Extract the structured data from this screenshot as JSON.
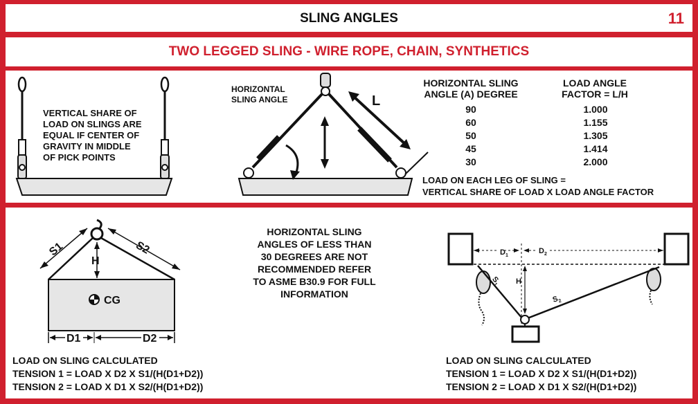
{
  "header": {
    "title": "SLING ANGLES",
    "page_number": "11"
  },
  "subtitle": "TWO LEGGED SLING - WIRE ROPE, CHAIN, SYNTHETICS",
  "top": {
    "vertical_note": [
      "VERTICAL SHARE OF",
      "LOAD ON SLINGS ARE",
      "EQUAL IF CENTER OF",
      "GRAVITY IN MIDDLE",
      "OF PICK POINTS"
    ],
    "horizontal_label": [
      "HORIZONTAL",
      "SLING ANGLE"
    ],
    "l_label": "L",
    "table": {
      "col1_header": [
        "HORIZONTAL SLING",
        "ANGLE (A) DEGREE"
      ],
      "col2_header": [
        "LOAD ANGLE",
        "FACTOR = L/H"
      ],
      "rows": [
        {
          "angle": "90",
          "factor": "1.000"
        },
        {
          "angle": "60",
          "factor": "1.155"
        },
        {
          "angle": "50",
          "factor": "1.305"
        },
        {
          "angle": "45",
          "factor": "1.414"
        },
        {
          "angle": "30",
          "factor": "2.000"
        }
      ]
    },
    "load_note": [
      "LOAD ON EACH LEG OF SLING =",
      "VERTICAL SHARE OF LOAD X LOAD ANGLE FACTOR"
    ]
  },
  "bottom": {
    "left_labels": {
      "s1": "S1",
      "s2": "S2",
      "h": "H",
      "cg": "CG",
      "d1": "D1",
      "d2": "D2"
    },
    "center_note": [
      "HORIZONTAL SLING",
      "ANGLES OF LESS THAN",
      "30 DEGREES ARE NOT",
      "RECOMMENDED REFER",
      "TO ASME B30.9 FOR FULL",
      "INFORMATION"
    ],
    "right_labels": {
      "d1_base": "D",
      "d1_sub": "1",
      "d2_base": "D",
      "d2_sub": "2",
      "h": "H",
      "s1_base": "S",
      "s1_sub": "1",
      "s2_base": "S",
      "s2_sub": "2"
    },
    "formula_left": [
      "LOAD ON SLING CALCULATED",
      "TENSION 1 = LOAD X D2 X S1/(H(D1+D2))",
      "TENSION 2 = LOAD X D1 X S2/(H(D1+D2))"
    ],
    "formula_right": [
      "LOAD ON SLING CALCULATED",
      "TENSION 1 = LOAD X D2 X S1/(H(D1+D2))",
      "TENSION 2 = LOAD X D1 X S2/(H(D1+D2))"
    ]
  }
}
